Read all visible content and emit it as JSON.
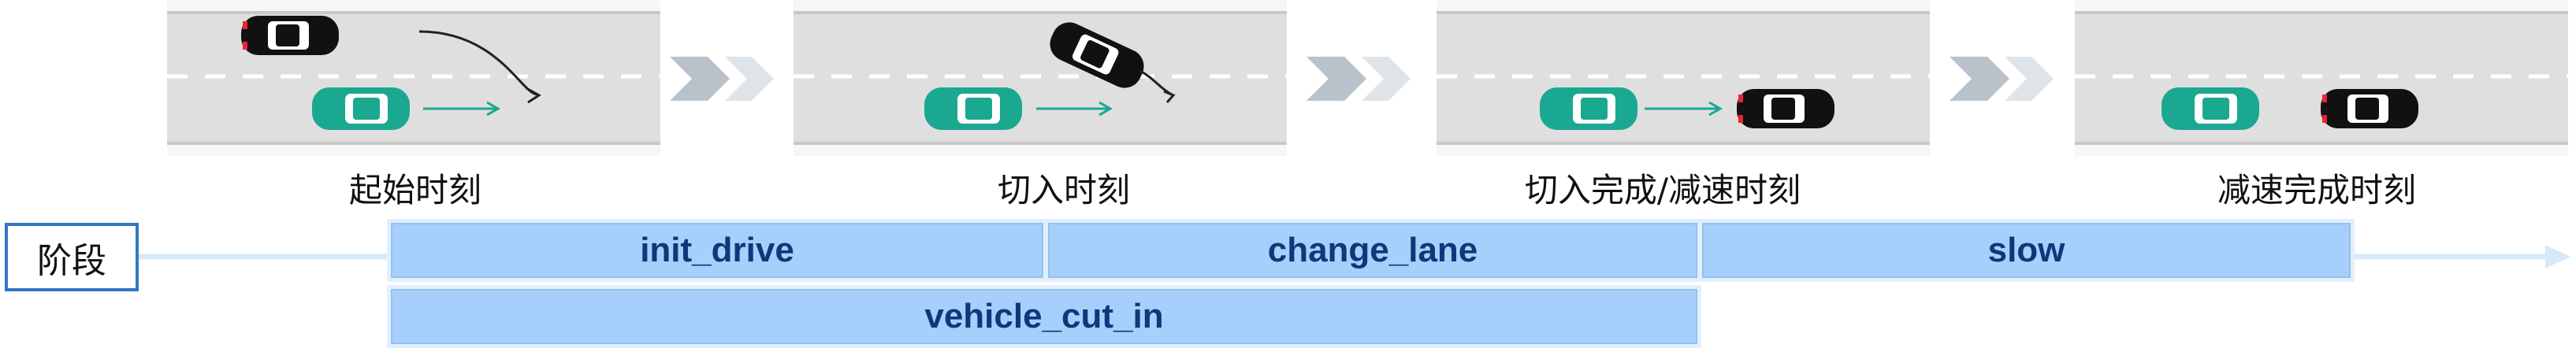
{
  "captions": {
    "start": "起始时刻",
    "cut_in": "切入时刻",
    "cut_in_done": "切入完成/减速时刻",
    "slow_done": "减速完成时刻"
  },
  "stage_label": "阶段",
  "bars": {
    "init_drive": "init_drive",
    "change_lane": "change_lane",
    "slow": "slow",
    "vehicle_cut_in": "vehicle_cut_in"
  },
  "colors": {
    "road": "#dfdfdf",
    "road_edge": "#c8c8c8",
    "lane_mark": "#ffffff",
    "ego_car": "#1aa890",
    "other_car": "#111111",
    "chevron_dark": "#b9c2ca",
    "chevron_light": "#dfe4e8",
    "bar_fill": "#a6cffb",
    "bar_text": "#10377a",
    "stage_border": "#2f78c4",
    "timeline_arrow": "#cfe2f6"
  }
}
